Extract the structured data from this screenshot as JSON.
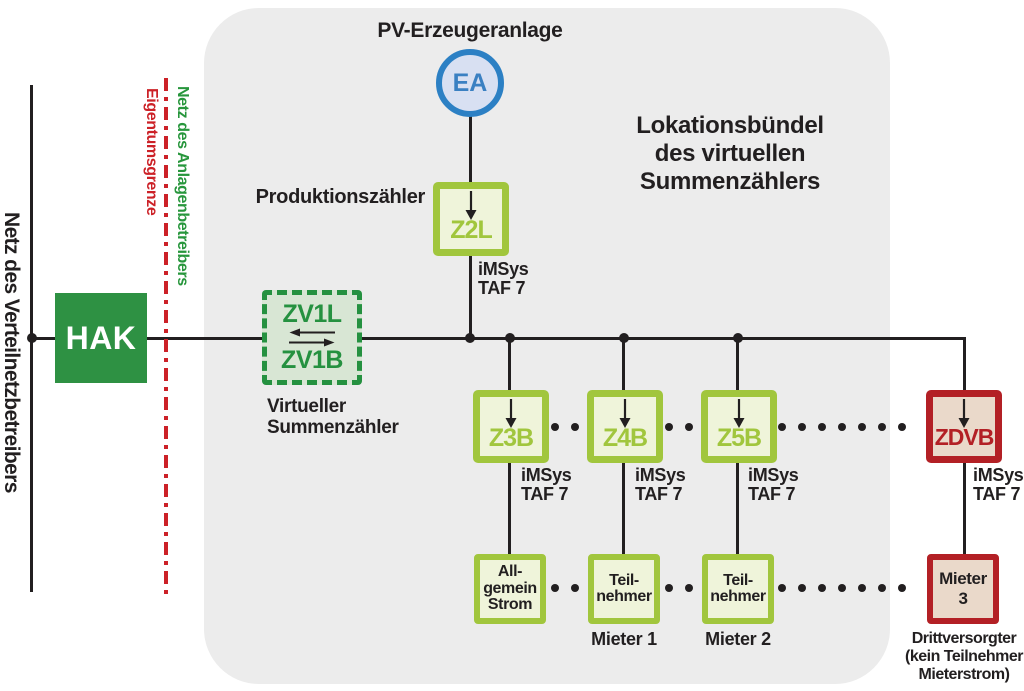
{
  "colors": {
    "panel_bg": "#ececec",
    "line_black": "#221f20",
    "hak_green": "#2e9143",
    "boundary_red": "#cc2127",
    "plant_network_green": "#27963c",
    "virtual_meter_green": "#259140",
    "virtual_meter_fill": "#d8e6d4",
    "meter_lime": "#a1c63d",
    "meter_lime_fill": "#eff4da",
    "third_party_red": "#b32025",
    "third_party_fill": "#ead9ca",
    "generator_blue": "#2c80c4",
    "generator_fill": "#d8e0f2"
  },
  "left_area": {
    "distribution_network_label": "Netz des Verteilnetzbetreibers",
    "hak_label": "HAK",
    "property_boundary_label": "Eigentumsgrenze",
    "plant_network_label": "Netz des Anlagenbetreibers"
  },
  "pv_plant": {
    "label": "PV-Erzeugeranlage",
    "generator_id": "EA"
  },
  "production_meter": {
    "label": "Produktionszähler",
    "meter_id": "Z2L"
  },
  "imsys_tag": {
    "line1": "iMSys",
    "line2": "TAF 7"
  },
  "bundle_title": {
    "line1": "Lokationsbündel",
    "line2": "des virtuellen",
    "line3": "Summenzählers"
  },
  "virtual_meter": {
    "id_supply": "ZV1L",
    "id_feed": "ZV1B",
    "caption_line1": "Virtueller",
    "caption_line2": "Summenzähler"
  },
  "submeters": [
    {
      "meter_id": "Z3B",
      "consumer_line1": "All-",
      "consumer_line2": "gemein",
      "consumer_line3": "Strom"
    },
    {
      "meter_id": "Z4B",
      "consumer_line1": "Teil-",
      "consumer_line2": "nehmer",
      "caption": "Mieter 1"
    },
    {
      "meter_id": "Z5B",
      "consumer_line1": "Teil-",
      "consumer_line2": "nehmer",
      "caption": "Mieter 2"
    }
  ],
  "third_party": {
    "meter_id": "ZDVB",
    "consumer_label": "Mieter 3",
    "caption_line1": "Drittversorgter",
    "caption_line2": "(kein Teilnehmer",
    "caption_line3": "Mieterstrom)"
  }
}
